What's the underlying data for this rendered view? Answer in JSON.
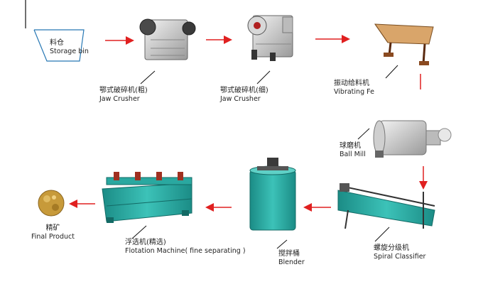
{
  "stages": {
    "storage_bin": {
      "cn": "料仓",
      "en": "Storage bin"
    },
    "jaw_crusher_coarse": {
      "cn": "鄂式破碎机(粗)",
      "en": "Jaw Crusher"
    },
    "jaw_crusher_fine": {
      "cn": "鄂式破碎机(细)",
      "en": "Jaw Crusher"
    },
    "vibrating_feeder": {
      "cn": "振动给料机",
      "en": "Vibrating Fe"
    },
    "ball_mill": {
      "cn": "球磨机",
      "en": "Ball Mill"
    },
    "spiral_classifier": {
      "cn": "螺旋分级机",
      "en": "Spiral Classifier"
    },
    "blender": {
      "cn": "搅拌桶",
      "en": "Blender"
    },
    "flotation_machine": {
      "cn": "浮选机(精选)",
      "en": "Flotation Machine( fine separating )"
    },
    "final_product": {
      "cn": "精矿",
      "en": "Final Product"
    }
  },
  "colors": {
    "arrow": "#e02020",
    "leader": "#111111",
    "machine_blue": "#2aa8a0"
  }
}
